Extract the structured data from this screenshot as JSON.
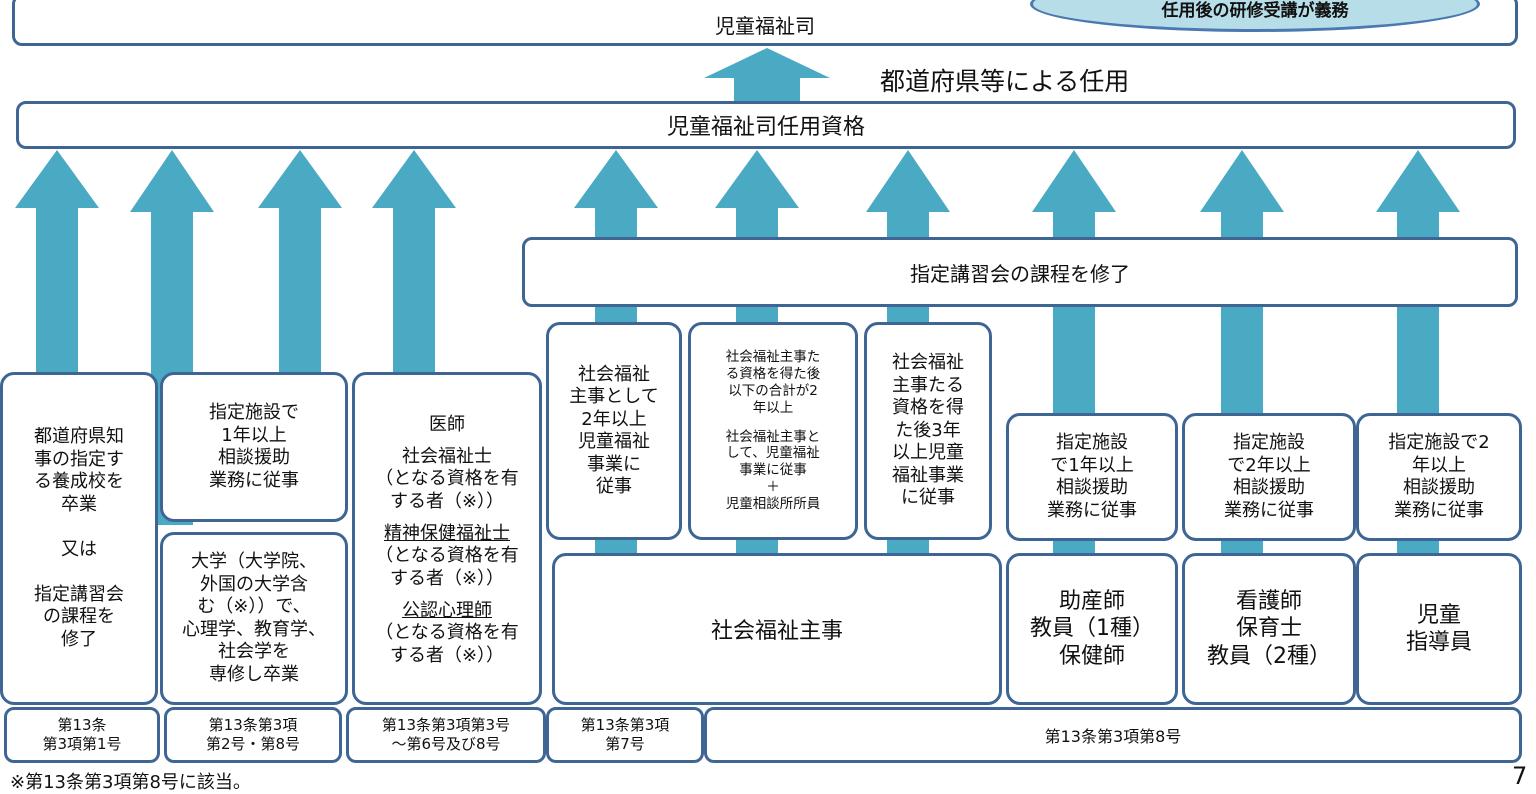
{
  "header": {
    "top_box": "児童福祉司",
    "badge": "任用後の研修受講が義務",
    "appointment_label": "都道府県等による任用",
    "qualification_box": "児童福祉司任用資格"
  },
  "course_box": "指定講習会の課程を修了",
  "columns": [
    {
      "main": "都道府県知\n事の指定す\nる養成校を\n卒業\n\n又は\n\n指定講習会\nの課程を\n修了",
      "law": "第13条\n第3項第1号"
    },
    {
      "upper": "指定施設で\n1年以上\n相談援助\n業務に従事",
      "lower": "大学（大学院、\n外国の大学含\nむ（※））で、\n心理学、教育学、\n社会学を\n専修し卒業",
      "law": "第13条第3項\n第2号・第8号"
    },
    {
      "items": [
        {
          "title": "医師",
          "underline": false,
          "note": ""
        },
        {
          "title": "社会福祉士",
          "underline": false,
          "note": "（となる資格を有\nする者（※））"
        },
        {
          "title": "精神保健福祉士",
          "underline": true,
          "note": "（となる資格を有\nする者（※））"
        },
        {
          "title": "公認心理師",
          "underline": true,
          "note": "（となる資格を有\nする者（※））"
        }
      ],
      "law": "第13条第3項第3号\n～第6号及び8号"
    },
    {
      "upper": "社会福祉\n主事として\n2年以上\n児童福祉\n事業に\n従事",
      "law": "第13条第3項\n第7号"
    },
    {
      "upper_head": "社会福祉主事た\nる資格を得た後\n以下の合計が2\n年以上",
      "upper_body": "社会福祉主事と\nして、児童福祉\n事業に従事\n＋\n児童相談所所員"
    },
    {
      "upper": "社会福祉\n主事たる\n資格を得\nた後3年\n以上児童\n福祉事業\nに従事"
    },
    {
      "upper": "指定施設\nで1年以上\n相談援助\n業務に従事",
      "lower": "助産師\n教員（1種）\n保健師"
    },
    {
      "upper": "指定施設\nで2年以上\n相談援助\n業務に従事",
      "lower": "看護師\n保育士\n教員（2種）"
    },
    {
      "upper": "指定施設で2\n年以上\n相談援助\n業務に従事",
      "lower": "児童\n指導員"
    }
  ],
  "shared_lower": "社会福祉主事",
  "shared_law": "第13条第3項第8号",
  "footnote": "※第13条第3項第8号に該当。",
  "page_number": "7",
  "colors": {
    "arrow": "#4aaac4",
    "border": "#3f6594",
    "badge_fill": "#b7dde8"
  }
}
